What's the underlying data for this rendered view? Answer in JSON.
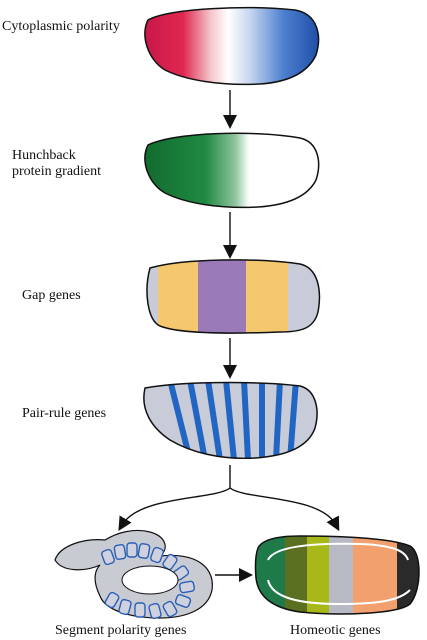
{
  "labels": {
    "cytoplasmic": "Cytoplasmic polarity",
    "hunchback_1": "Hunchback",
    "hunchback_2": "protein gradient",
    "gap": "Gap genes",
    "pair_rule": "Pair-rule genes",
    "segment_polarity": "Segment polarity genes",
    "homeotic": "Homeotic genes"
  },
  "colors": {
    "outline": "#111111",
    "cyto_red": "#d81f4b",
    "cyto_blue": "#2a5fb8",
    "hunchback_green": "#1e7d3a",
    "gap_yellow": "#f6c86e",
    "gap_purple": "#9a7ab8",
    "gap_gray": "#c8cbd8",
    "pair_rule_blue": "#2266c4",
    "pair_rule_bg": "#c8cbd8",
    "segment_bg": "#c9cbd3",
    "homeotic_bands": [
      "#1f7a4a",
      "#5a6f1f",
      "#a8b818",
      "#b7b9c4",
      "#f2a06e",
      "#2a2a2a"
    ]
  }
}
